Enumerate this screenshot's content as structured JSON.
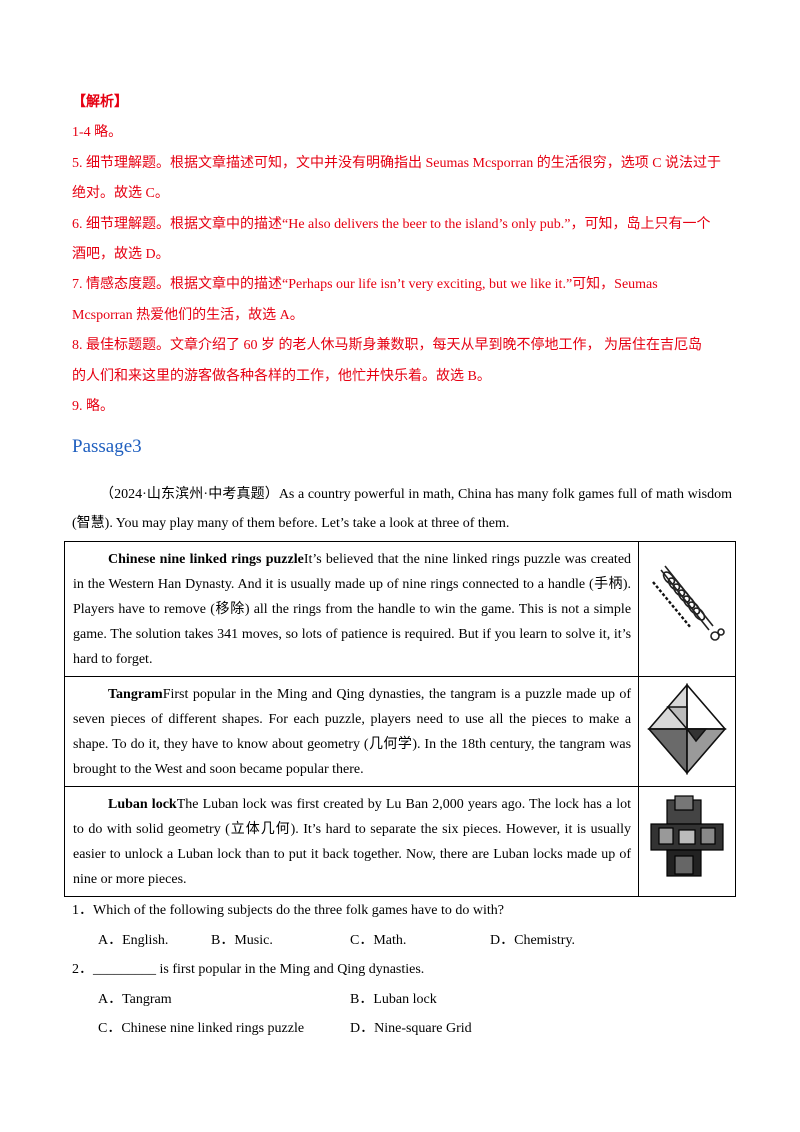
{
  "analysis": {
    "heading": "【解析】",
    "lines": [
      "1-4 略。",
      "5. 细节理解题。根据文章描述可知，文中并没有明确指出 Seumas Mcsporran 的生活很穷，选项 C 说法过于",
      "绝对。故选 C。",
      "6. 细节理解题。根据文章中的描述“He also delivers the beer to the island’s only pub.”，可知，岛上只有一个",
      "酒吧，故选 D。",
      "7. 情感态度题。根据文章中的描述“Perhaps our life isn’t very exciting, but we like it.”可知，Seumas",
      "Mcsporran 热爱他们的生活，故选 A。",
      "8. 最佳标题题。文章介绍了 60 岁 的老人休马斯身兼数职，每天从早到晚不停地工作， 为居住在吉厄岛",
      "的人们和来这里的游客做各种各样的工作，他忙并快乐着。故选 B。",
      "9. 略。"
    ]
  },
  "passage": {
    "title": "Passage3",
    "intro": "（2024·山东滨州·中考真题）As a country powerful in math, China has many folk games full of math wisdom (智慧). You may play many of them before. Let’s take a look at three of them."
  },
  "games": [
    {
      "name": "Chinese nine linked rings puzzle",
      "text": "It’s believed that the nine linked rings puzzle was created in the Western Han Dynasty. And it is usually made up of nine rings connected to a handle (手柄). Players have to remove (移除) all the rings from the handle to win the game. This is not a simple game. The solution takes 341 moves, so lots of patience is required. But if you learn to solve it, it’s hard to forget."
    },
    {
      "name": "Tangram",
      "text": "First popular in the Ming and Qing dynasties, the tangram is a puzzle made up of seven pieces of different shapes. For each puzzle, players need to use all the pieces to make a shape. To do it, they have to know about geometry (几何学). In the 18th century, the tangram was brought to the West and soon became popular there."
    },
    {
      "name": "Luban lock",
      "text": "The Luban lock was first created by Lu Ban 2,000 years ago. The lock has a lot to do with solid geometry (立体几何). It’s hard to separate the six pieces. However, it is usually easier to unlock a Luban lock than to put it back together. Now, there are Luban locks made up of nine or more pieces."
    }
  ],
  "questions": [
    {
      "stem": "1．Which of the following subjects do the three folk games have to do with?",
      "options": [
        "A．English.",
        "B．Music.",
        "C．Math.",
        "D．Chemistry."
      ]
    },
    {
      "stem": "2．_________ is first popular in the Ming and Qing dynasties.",
      "options": [
        "A．Tangram",
        "B．Luban lock",
        "C．Chinese nine linked rings puzzle",
        "D．Nine-square Grid"
      ]
    }
  ],
  "colors": {
    "analysis_text": "#e60012",
    "passage_title": "#1f5fbf"
  }
}
